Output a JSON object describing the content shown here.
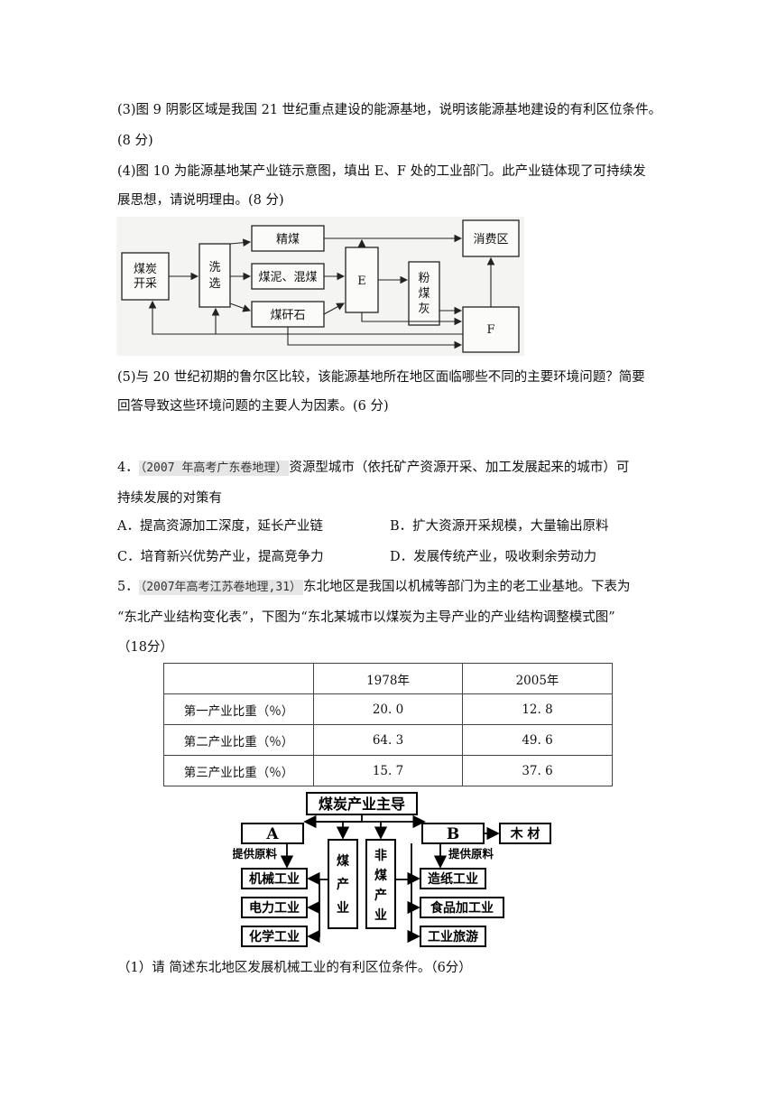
{
  "q3": {
    "p3_line1": "(3)图 9 阴影区域是我国 21 世纪重点建设的能源基地，说明该能源基地建设的有利区位条件。",
    "p3_line2": "(8 分)",
    "p4_line1": "(4)图 10 为能源基地某产业链示意图，填出 E、F 处的工业部门。此产业链体现了可持续发",
    "p4_line2": "展思想，请说明理由。(8 分)",
    "p5_line1": "(5)与 20 世纪初期的鲁尔区比较，该能源基地所在地区面临哪些不同的主要环境问题？简要",
    "p5_line2": "回答导致这些环境问题的主要人为因素。(6 分)"
  },
  "fig10": {
    "mining": [
      "煤炭",
      "开采"
    ],
    "washing": [
      "洗",
      "选"
    ],
    "fine_coal": "精煤",
    "slurry": "煤泥、混煤",
    "gangue": "煤矸石",
    "E": "E",
    "ash": [
      "粉",
      "煤",
      "灰"
    ],
    "consumer": "消费区",
    "F": "F"
  },
  "q4": {
    "number": "4．",
    "source": "（2007 年高考广东卷地理）",
    "text_line1": "资源型城市（依托矿产资源开采、加工发展起来的城市）可",
    "text_line2": "持续发展的对策有",
    "options": [
      "A．提高资源加工深度，延长产业链",
      "B．扩大资源开采规模，大量输出原料",
      "C．培育新兴优势产业，提高竞争力",
      "D．发展传统产业，吸收剩余劳动力"
    ]
  },
  "q5": {
    "number": "5．",
    "source": "（2007年高考江苏卷地理,31）",
    "text_line1": "东北地区是我国以机械等部门为主的老工业基地。下表为",
    "text_line2": "“东北产业结构变化表”，下图为“东北某城市以煤炭为主导产业的产业结构调整模式图”",
    "text_line3": "（18分）",
    "sub1": "（1）请 简述东北地区发展机械工业的有利区位条件。（6分）"
  },
  "table": {
    "headers": [
      "",
      "1978年",
      "2005年"
    ],
    "rows": [
      [
        "第一产业比重（％）",
        "20. 0",
        "12. 8"
      ],
      [
        "第二产业比重（％）",
        "64. 3",
        "49. 6"
      ],
      [
        "第三产业比重（％）",
        "15. 7",
        "37. 6"
      ]
    ]
  },
  "fig_coal": {
    "top": "煤炭产业主导",
    "A": "A",
    "B": "B",
    "wood": "木  材",
    "supply_left": "提供原料",
    "supply_right": "提供原料",
    "coal_industry": [
      "煤",
      "产",
      "业"
    ],
    "non_coal_industry": [
      "非",
      "煤",
      "产",
      "业"
    ],
    "left_items": [
      "机械工业",
      "电力工业",
      "化学工业"
    ],
    "right_items": [
      "造纸工业",
      "食品加工业",
      "工业旅游"
    ]
  }
}
